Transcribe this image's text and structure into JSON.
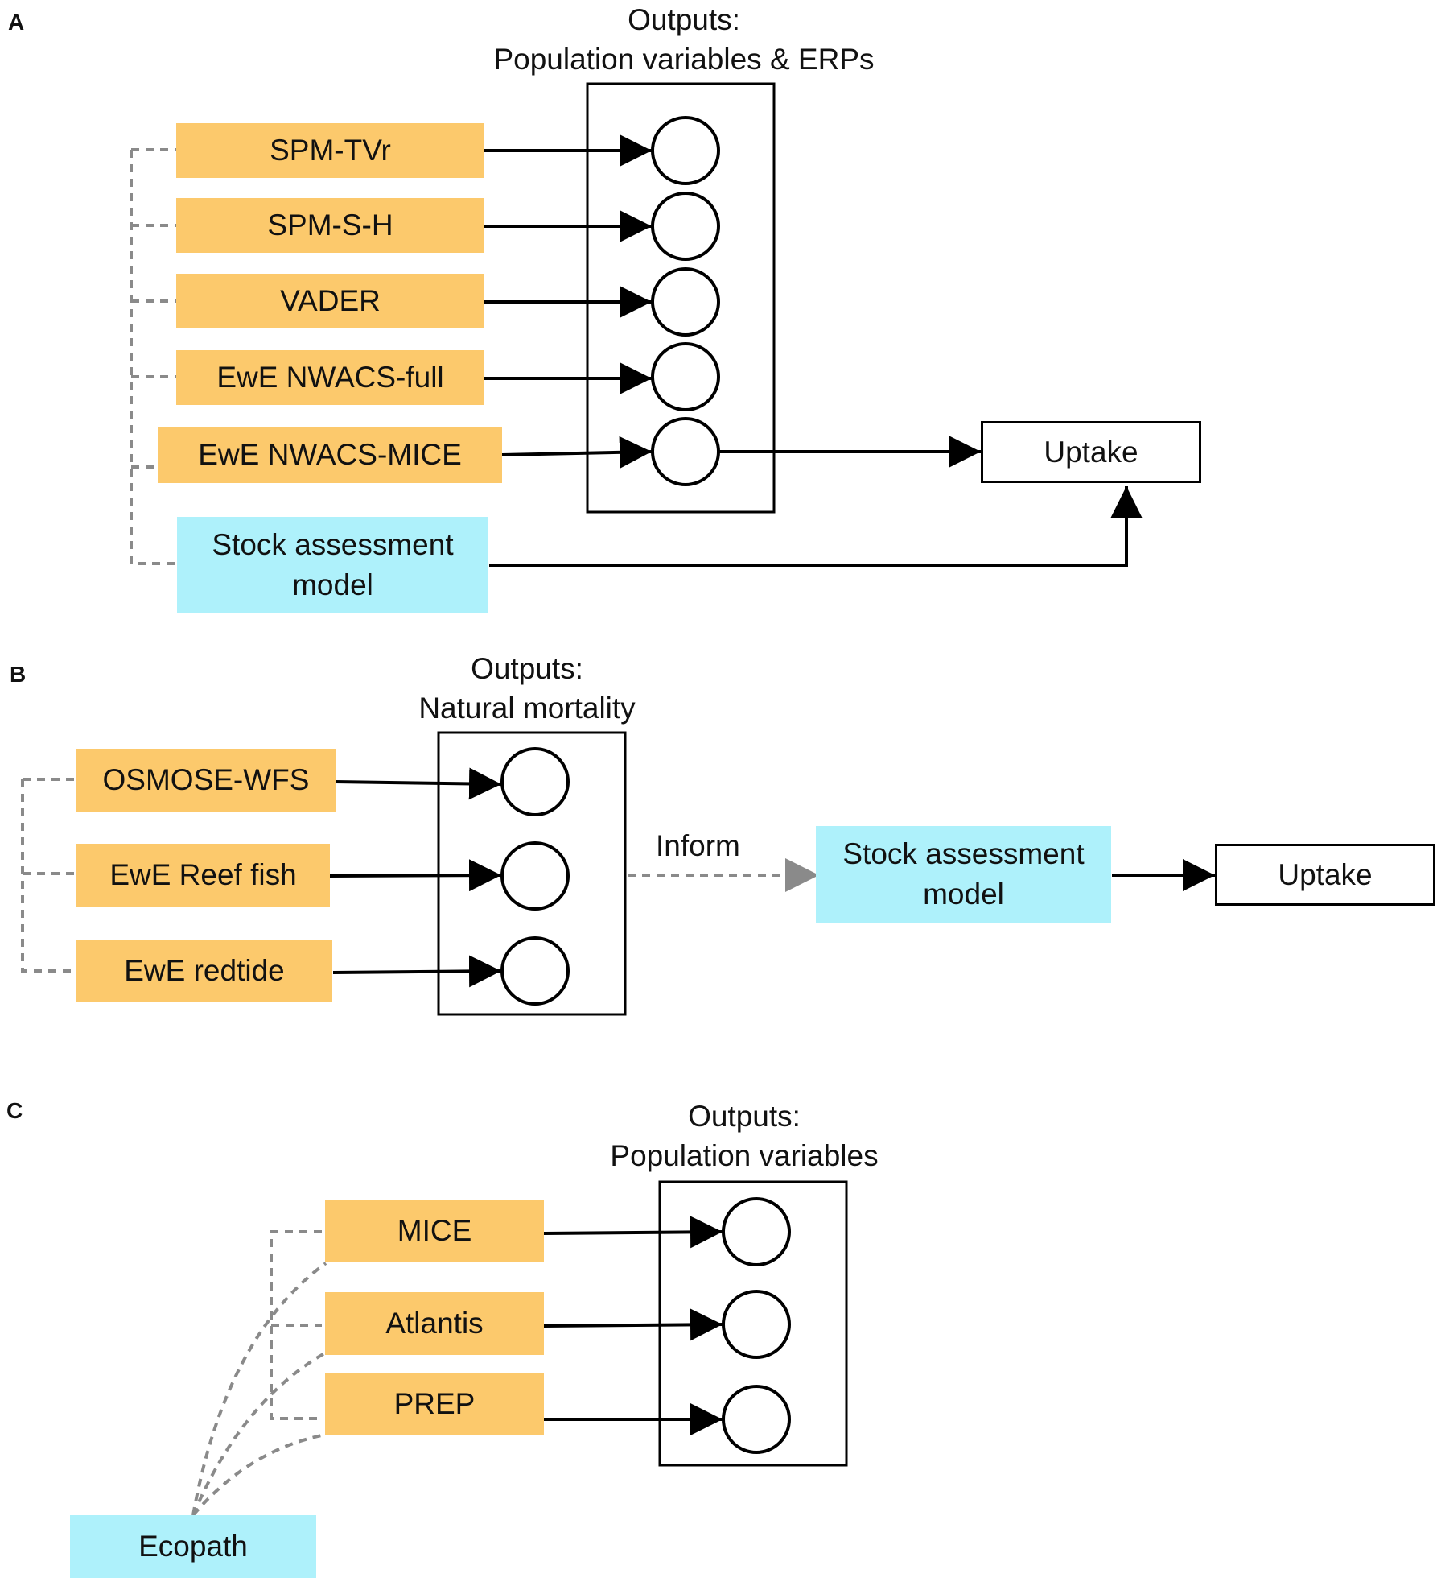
{
  "panel_a": {
    "letter": "A",
    "outputs_line1": "Outputs:",
    "outputs_line2": "Population variables & ERPs",
    "models": [
      "SPM-TVr",
      "SPM-S-H",
      "VADER",
      "EwE NWACS-full",
      "EwE NWACS-MICE"
    ],
    "assessment": "Stock assessment model",
    "uptake": "Uptake"
  },
  "panel_b": {
    "letter": "B",
    "outputs_line1": "Outputs:",
    "outputs_line2": "Natural mortality",
    "models": [
      "OSMOSE-WFS",
      "EwE Reef fish",
      "EwE redtide"
    ],
    "inform": "Inform",
    "assessment": "Stock assessment model",
    "uptake": "Uptake"
  },
  "panel_c": {
    "letter": "C",
    "outputs_line1": "Outputs:",
    "outputs_line2": "Population variables",
    "models": [
      "MICE",
      "Atlantis",
      "PREP"
    ],
    "source": "Ecopath"
  },
  "colors": {
    "model_box": "#fcc96c",
    "assessment_box": "#aef1fb",
    "dashed_link": "#8a8a8a",
    "arrow": "#000000"
  }
}
